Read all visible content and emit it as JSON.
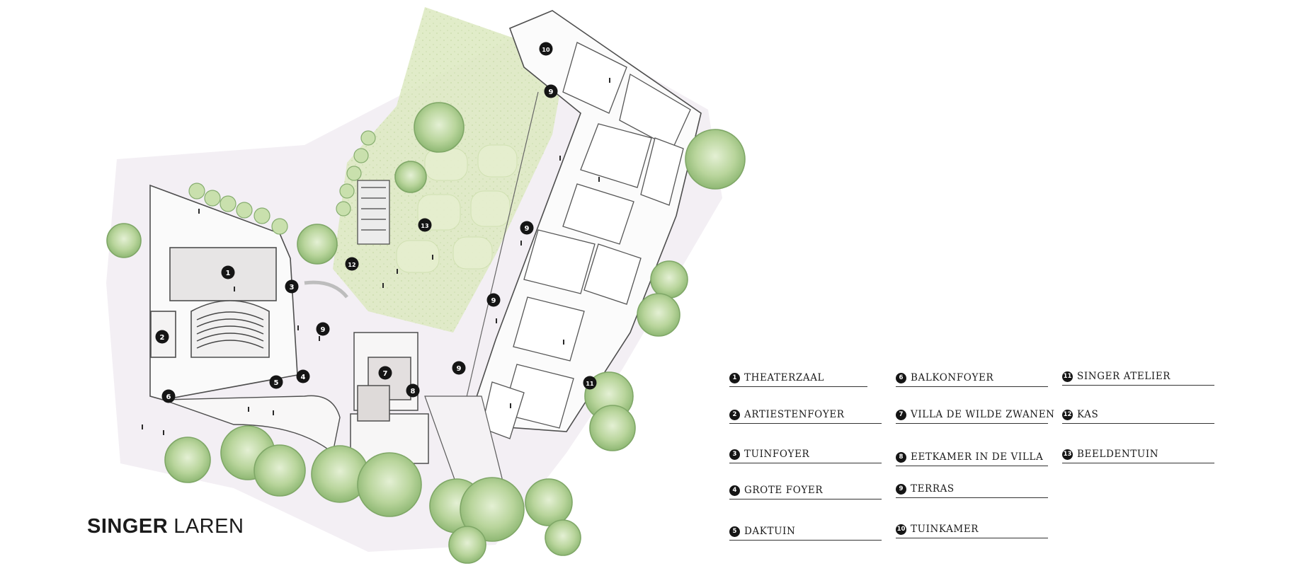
{
  "brand": {
    "part1": "SINGER",
    "part2": "LAREN"
  },
  "legend": [
    {
      "num": "1",
      "label": "THEATERZAAL"
    },
    {
      "num": "2",
      "label": "ARTIESTENFOYER"
    },
    {
      "num": "3",
      "label": "TUINFOYER"
    },
    {
      "num": "4",
      "label": "GROTE FOYER"
    },
    {
      "num": "5",
      "label": "DAKTUIN"
    },
    {
      "num": "6",
      "label": "BALKONFOYER"
    },
    {
      "num": "7",
      "label": "VILLA DE WILDE ZWANEN"
    },
    {
      "num": "8",
      "label": "EETKAMER IN DE VILLA"
    },
    {
      "num": "9",
      "label": "TERRAS"
    },
    {
      "num": "10",
      "label": "TUINKAMER"
    },
    {
      "num": "11",
      "label": "SINGER ATELIER"
    },
    {
      "num": "12",
      "label": "KAS"
    },
    {
      "num": "13",
      "label": "BEELDENTUIN"
    }
  ],
  "map_markers": [
    "1",
    "2",
    "3",
    "4",
    "5",
    "6",
    "7",
    "8",
    "9",
    "9",
    "9",
    "9",
    "9",
    "10",
    "11",
    "12",
    "13"
  ],
  "colors": {
    "marker": "#151515",
    "tree": "#a9cc8c",
    "garden": "#d9e8b8",
    "ground": "#ede8ee",
    "outline": "#555555"
  }
}
